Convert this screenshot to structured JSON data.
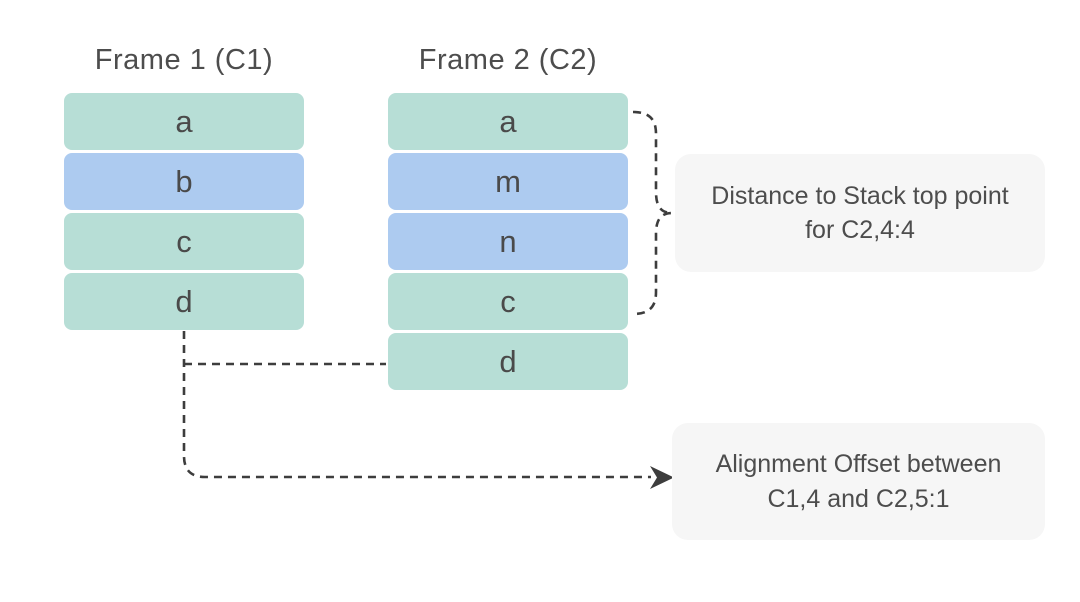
{
  "diagram": {
    "frames": [
      {
        "title": "Frame 1 (C1)",
        "boxes": [
          {
            "label": "a",
            "variant": "teal"
          },
          {
            "label": "b",
            "variant": "blue"
          },
          {
            "label": "c",
            "variant": "teal"
          },
          {
            "label": "d",
            "variant": "teal"
          }
        ]
      },
      {
        "title": "Frame 2 (C2)",
        "boxes": [
          {
            "label": "a",
            "variant": "teal"
          },
          {
            "label": "m",
            "variant": "blue"
          },
          {
            "label": "n",
            "variant": "blue"
          },
          {
            "label": "c",
            "variant": "teal"
          },
          {
            "label": "d",
            "variant": "teal"
          }
        ]
      }
    ],
    "annotations": [
      {
        "line1": "Distance to Stack top point",
        "line2": "for C2,4:4"
      },
      {
        "line1": "Alignment Offset between",
        "line2": "C1,4 and C2,5:1"
      }
    ],
    "colors": {
      "box_teal": "#b7ded6",
      "box_blue": "#adcbf0",
      "annotation_bg": "#f6f6f6",
      "line": "#3d3d3d",
      "text": "#4d4d4d"
    }
  }
}
